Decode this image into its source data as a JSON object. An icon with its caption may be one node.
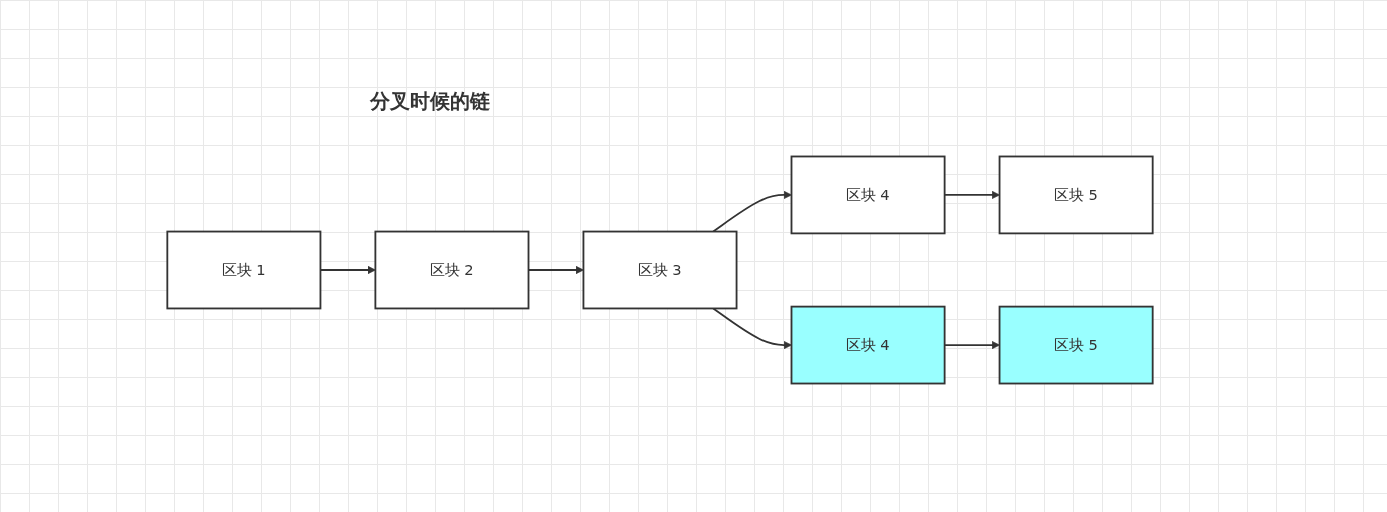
{
  "diagram": {
    "title": "分叉时候的链",
    "nodes": [
      {
        "text": [
          "区块 1"
        ]
      },
      {
        "text": [
          "区块 2"
        ]
      },
      {
        "text": [
          "区块 3"
        ]
      },
      {
        "text": [
          "区块 4"
        ]
      },
      {
        "text": [
          "区块 5"
        ]
      },
      {
        "text": [
          "区块 4"
        ]
      },
      {
        "text": [
          "区块 5"
        ]
      }
    ],
    "edges": [
      {
        "from": 0,
        "to": 1,
        "arrow": "to"
      },
      {
        "from": 1,
        "to": 2,
        "arrow": "to"
      },
      {
        "from": 2,
        "to": 3,
        "arrow": "to"
      },
      {
        "from": 3,
        "to": 4,
        "arrow": "to"
      },
      {
        "from": 2,
        "to": 5,
        "arrow": "to"
      },
      {
        "from": 5,
        "to": 6,
        "arrow": "to"
      }
    ]
  }
}
